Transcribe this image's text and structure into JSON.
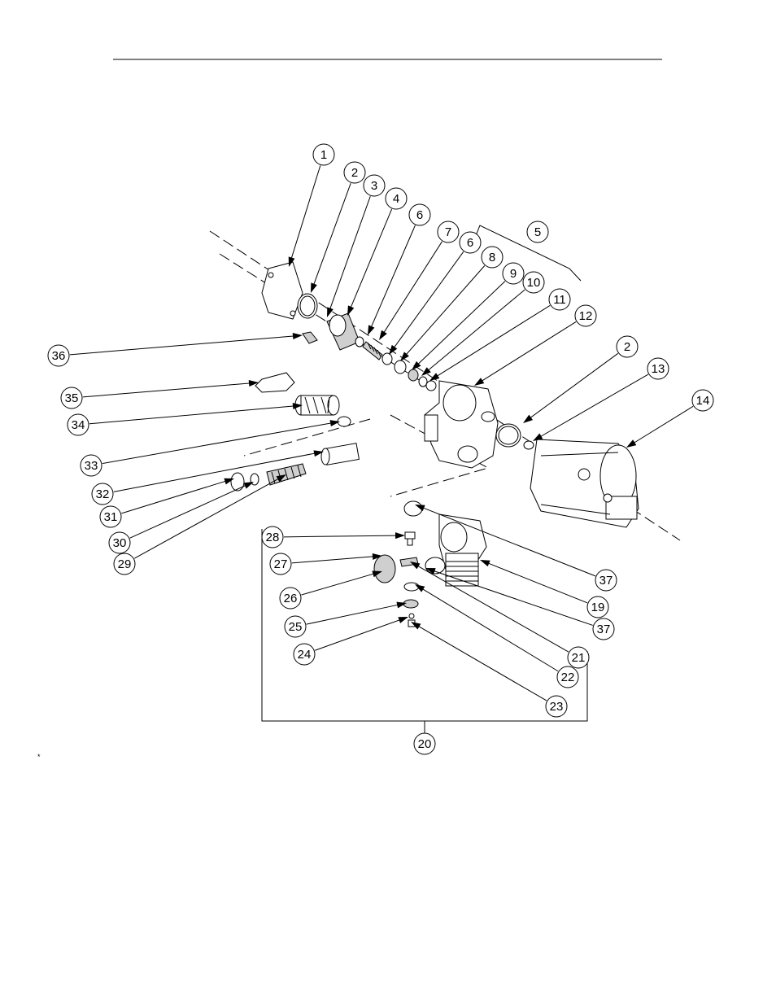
{
  "diagram": {
    "callouts": [
      {
        "id": "c1",
        "label": "1"
      },
      {
        "id": "c2a",
        "label": "2"
      },
      {
        "id": "c3",
        "label": "3"
      },
      {
        "id": "c4",
        "label": "4"
      },
      {
        "id": "c6a",
        "label": "6"
      },
      {
        "id": "c7",
        "label": "7"
      },
      {
        "id": "c5",
        "label": "5"
      },
      {
        "id": "c6b",
        "label": "6"
      },
      {
        "id": "c8",
        "label": "8"
      },
      {
        "id": "c9",
        "label": "9"
      },
      {
        "id": "c10",
        "label": "10"
      },
      {
        "id": "c11",
        "label": "11"
      },
      {
        "id": "c12",
        "label": "12"
      },
      {
        "id": "c36",
        "label": "36"
      },
      {
        "id": "c35",
        "label": "35"
      },
      {
        "id": "c34",
        "label": "34"
      },
      {
        "id": "c2b",
        "label": "2"
      },
      {
        "id": "c13",
        "label": "13"
      },
      {
        "id": "c14",
        "label": "14"
      },
      {
        "id": "c33",
        "label": "33"
      },
      {
        "id": "c32",
        "label": "32"
      },
      {
        "id": "c31",
        "label": "31"
      },
      {
        "id": "c30",
        "label": "30"
      },
      {
        "id": "c29",
        "label": "29"
      },
      {
        "id": "c28",
        "label": "28"
      },
      {
        "id": "c27",
        "label": "27"
      },
      {
        "id": "c26",
        "label": "26"
      },
      {
        "id": "c25",
        "label": "25"
      },
      {
        "id": "c24",
        "label": "24"
      },
      {
        "id": "c37a",
        "label": "37"
      },
      {
        "id": "c19",
        "label": "19"
      },
      {
        "id": "c37b",
        "label": "37"
      },
      {
        "id": "c21",
        "label": "21"
      },
      {
        "id": "c22",
        "label": "22"
      },
      {
        "id": "c23",
        "label": "23"
      },
      {
        "id": "c20",
        "label": "20"
      }
    ]
  },
  "footnote": "*"
}
